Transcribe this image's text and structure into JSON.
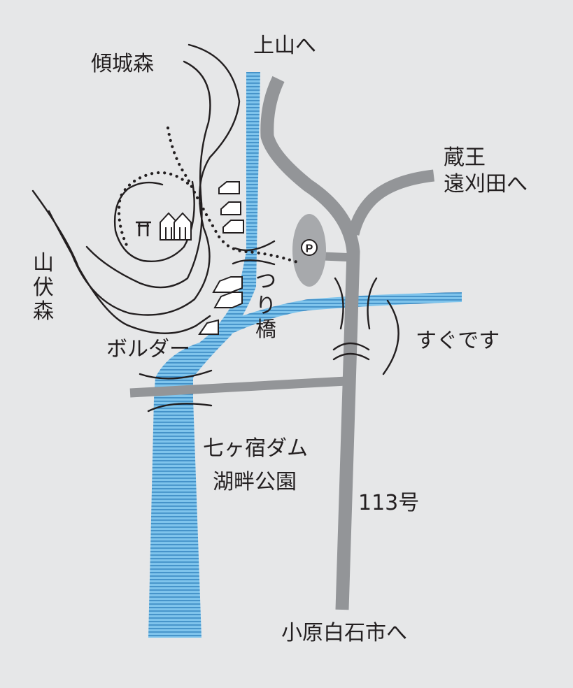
{
  "labels": {
    "keijo_mori": "傾城森",
    "kaminoyama": "上山へ",
    "zao_togatta_line1": "蔵王",
    "zao_togatta_line2": "遠刈田へ",
    "yamabushi_mori": "山伏森",
    "tsuribashi": "つり橋",
    "boulder": "ボルダー",
    "sugu_desu": "すぐです",
    "park_line1": "七ヶ宿ダム",
    "park_line2": "湖畔公園",
    "route_113": "113号",
    "obara_shiroishi": "小原白石市へ",
    "parking_symbol": "P"
  },
  "icons": {
    "shrine": "torii-icon",
    "buildings": "house-icon",
    "parking": "parking-icon"
  },
  "colors": {
    "background": "#e6e7e8",
    "river": "#7fc4ec",
    "river_stripe": "#1b6fb0",
    "road": "#939598",
    "ink": "#231f20"
  }
}
